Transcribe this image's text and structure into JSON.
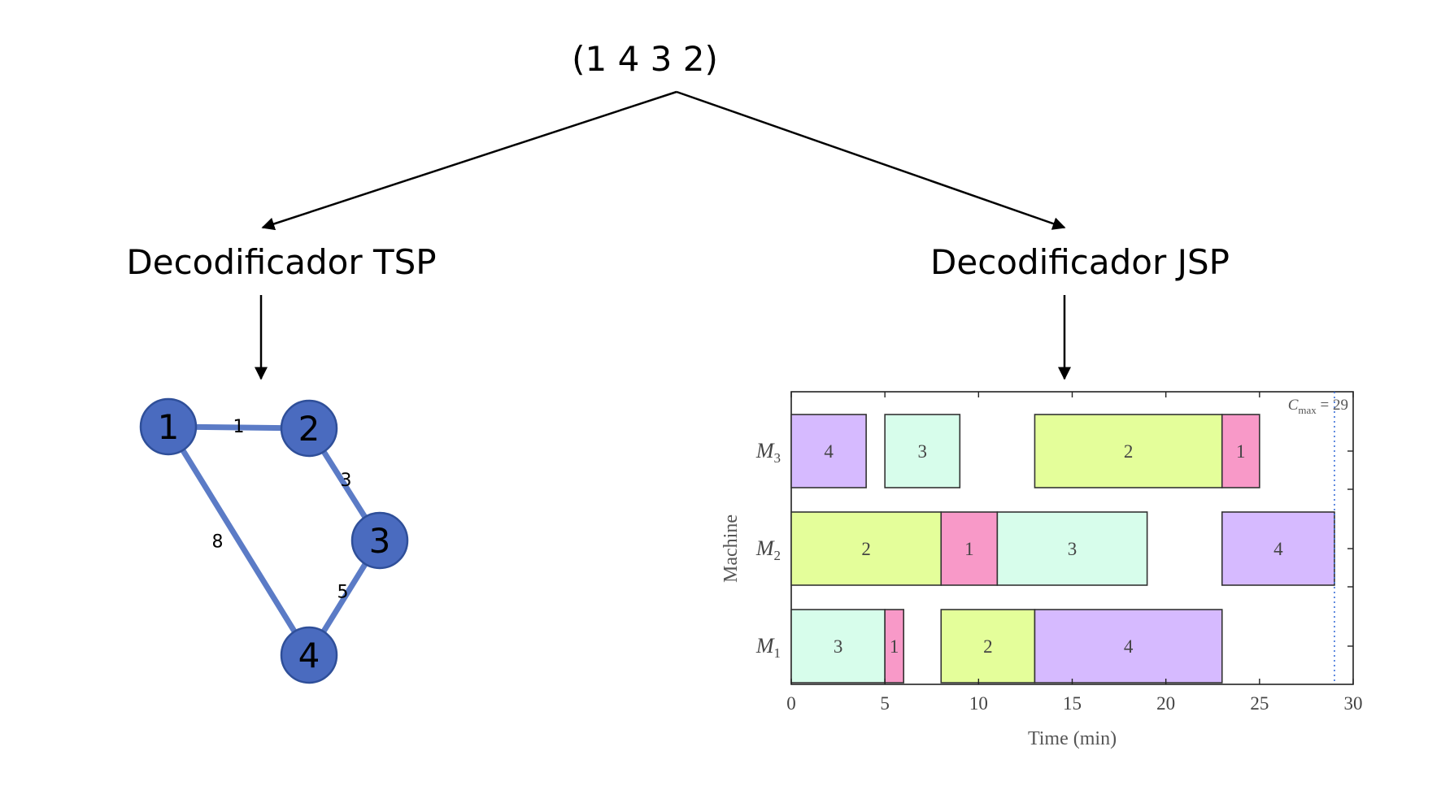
{
  "root": {
    "sequence_label": "(1 4 3 2)"
  },
  "decoders": {
    "tsp_label": "Decodificador TSP",
    "jsp_label": "Decodificador JSP"
  },
  "tsp_graph": {
    "node_color": "#4a6bbf",
    "edge_color": "#5b7bc6",
    "nodes": [
      {
        "id": "1",
        "label": "1"
      },
      {
        "id": "2",
        "label": "2"
      },
      {
        "id": "3",
        "label": "3"
      },
      {
        "id": "4",
        "label": "4"
      }
    ],
    "edges": [
      {
        "from": "1",
        "to": "2",
        "weight": "1"
      },
      {
        "from": "2",
        "to": "3",
        "weight": "3"
      },
      {
        "from": "3",
        "to": "4",
        "weight": "5"
      },
      {
        "from": "1",
        "to": "4",
        "weight": "8"
      }
    ]
  },
  "chart_data": {
    "type": "gantt",
    "xlabel": "Time (min)",
    "ylabel": "Machine",
    "xlim": [
      0,
      30
    ],
    "xticks": [
      "0",
      "5",
      "10",
      "15",
      "20",
      "25",
      "30"
    ],
    "annotation": {
      "label": "C",
      "subscript": "max",
      "rest": " = 29",
      "x": 29
    },
    "machines": [
      {
        "id": "M3",
        "letter": "M",
        "subscript": "3"
      },
      {
        "id": "M2",
        "letter": "M",
        "subscript": "2"
      },
      {
        "id": "M1",
        "letter": "M",
        "subscript": "1"
      }
    ],
    "job_colors": {
      "1": "#f899c8",
      "2": "#e4fe9a",
      "3": "#d7fdeb",
      "4": "#d6baff"
    },
    "tasks": [
      {
        "machine": "M3",
        "job": "4",
        "start": 0,
        "end": 4
      },
      {
        "machine": "M3",
        "job": "3",
        "start": 5,
        "end": 9
      },
      {
        "machine": "M3",
        "job": "2",
        "start": 13,
        "end": 23
      },
      {
        "machine": "M3",
        "job": "1",
        "start": 23,
        "end": 25
      },
      {
        "machine": "M2",
        "job": "2",
        "start": 0,
        "end": 8
      },
      {
        "machine": "M2",
        "job": "1",
        "start": 8,
        "end": 11
      },
      {
        "machine": "M2",
        "job": "3",
        "start": 11,
        "end": 19
      },
      {
        "machine": "M2",
        "job": "4",
        "start": 23,
        "end": 29
      },
      {
        "machine": "M1",
        "job": "3",
        "start": 0,
        "end": 5
      },
      {
        "machine": "M1",
        "job": "1",
        "start": 5,
        "end": 6
      },
      {
        "machine": "M1",
        "job": "2",
        "start": 8,
        "end": 13
      },
      {
        "machine": "M1",
        "job": "4",
        "start": 13,
        "end": 23
      }
    ]
  }
}
